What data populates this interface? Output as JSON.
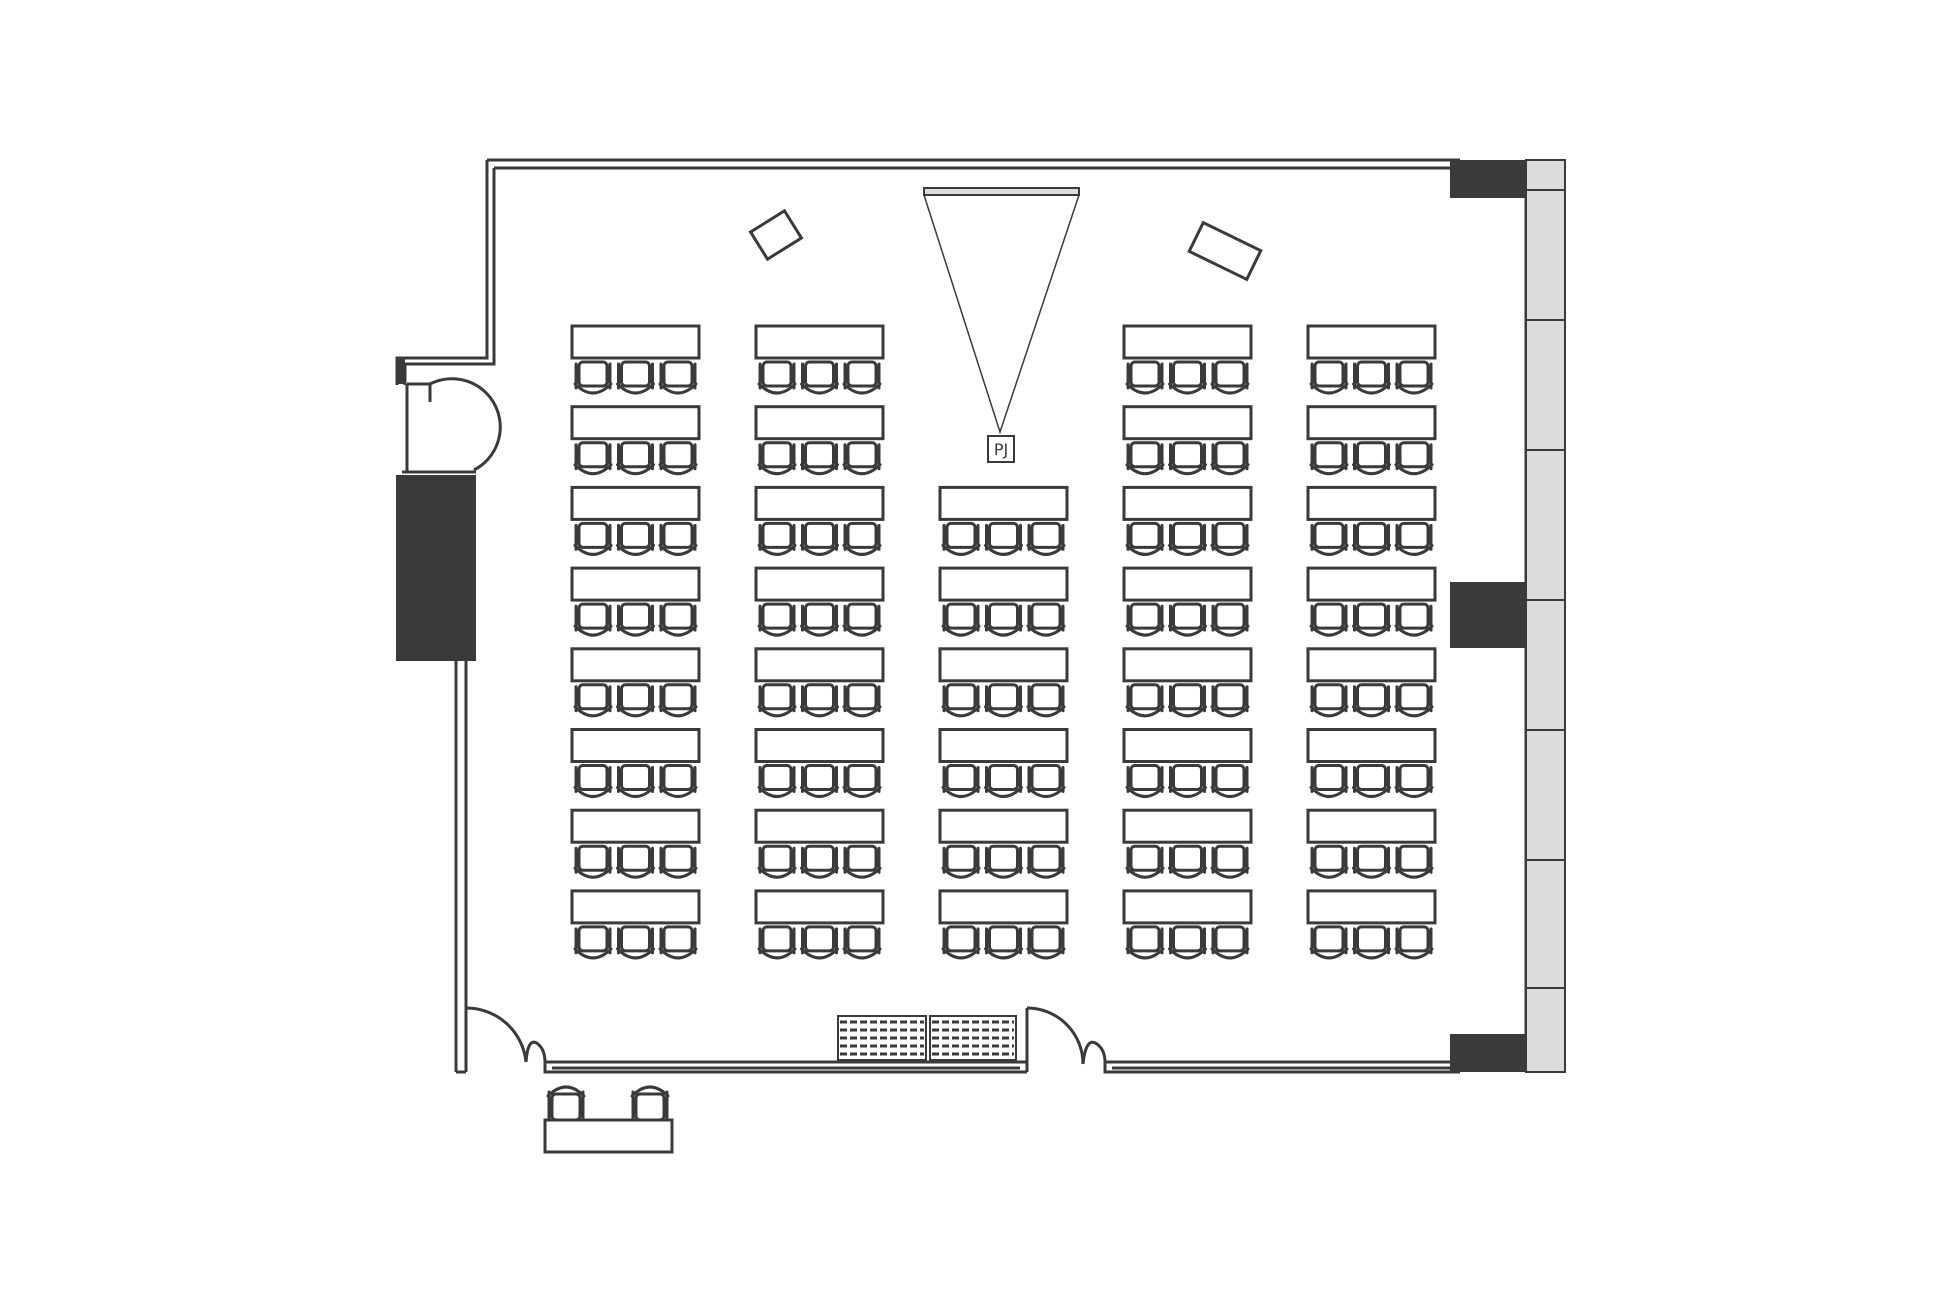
{
  "floor_plan": {
    "projector": {
      "label": "PJ"
    },
    "layout": {
      "seating": "classroom",
      "table_columns": 5,
      "rows_per_column": [
        8,
        8,
        6,
        8,
        8
      ],
      "chairs_per_table": 3,
      "head_table_chairs": 2
    },
    "colors": {
      "line": "#3a3a3a",
      "solid": "#3a3a3a",
      "window": "#dcdcdc",
      "background": "#ffffff"
    }
  }
}
